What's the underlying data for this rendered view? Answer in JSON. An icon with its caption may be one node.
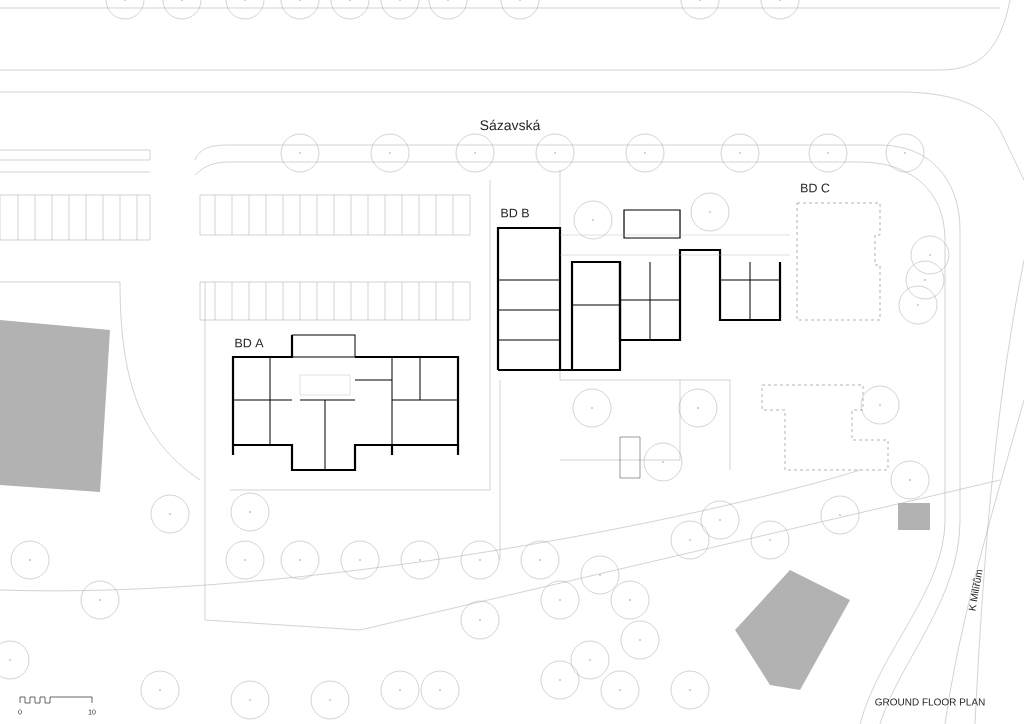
{
  "diagram": {
    "labels": [
      "Sázavská",
      "BD C",
      "BD B",
      "BD A",
      "K Milířům",
      "0",
      "10",
      "GROUND FLOOR PLAN"
    ]
  }
}
